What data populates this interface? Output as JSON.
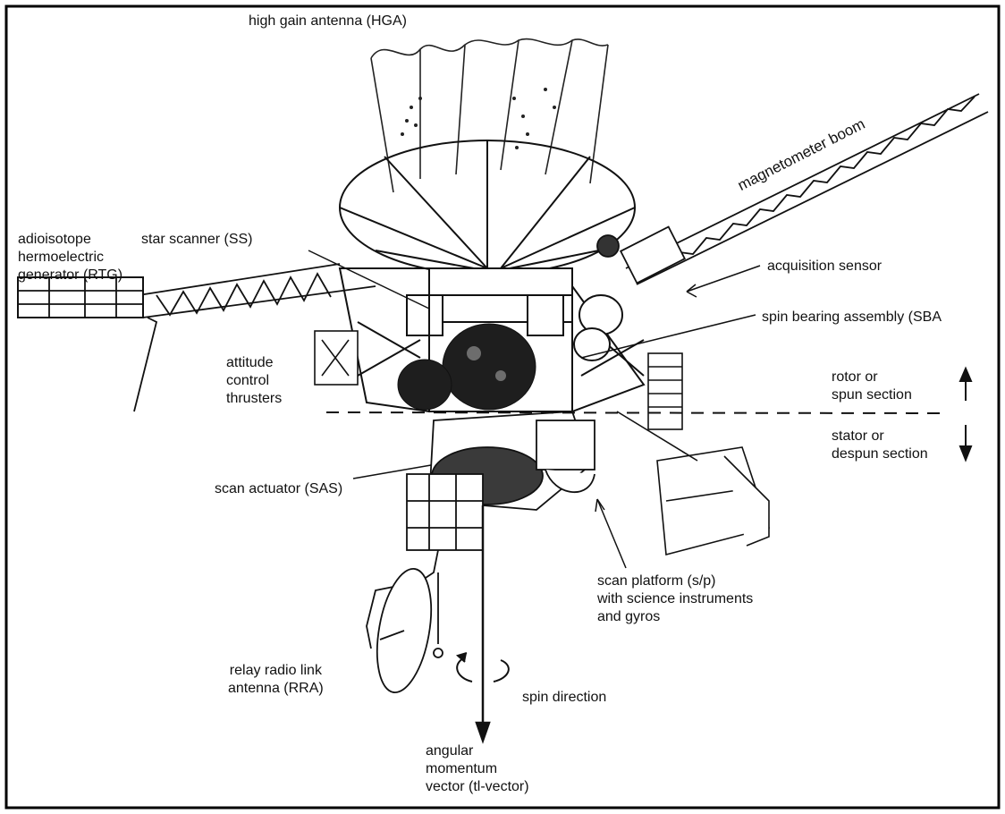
{
  "labels": {
    "hga": "high gain antenna (HGA)",
    "mag_boom": "magnetometer boom",
    "rtg": [
      "adioisotope",
      "hermoelectric",
      "generator (RTG)"
    ],
    "star_scanner": "star scanner (SS)",
    "acquisition_sensor": "acquisition sensor",
    "sba": "spin bearing assembly (SBA",
    "thrusters": [
      "attitude",
      "control",
      "thrusters"
    ],
    "rotor": [
      "rotor or",
      "spun section"
    ],
    "stator": [
      "stator or",
      "despun section"
    ],
    "scan_actuator": "scan actuator (SAS)",
    "scan_platform": [
      "scan  platform  (s/p)",
      "with  science  instruments",
      "and  gyros"
    ],
    "rra": [
      "relay radio link",
      "antenna (RRA)"
    ],
    "spin_direction": "spin direction",
    "angular_momentum": [
      "angular",
      "momentum",
      "vector  (tl-vector)"
    ]
  }
}
